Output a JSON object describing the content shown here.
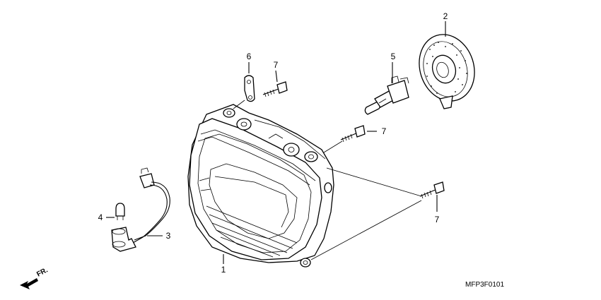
{
  "diagram": {
    "callouts": [
      {
        "id": "1",
        "label": "1"
      },
      {
        "id": "2",
        "label": "2"
      },
      {
        "id": "3",
        "label": "3"
      },
      {
        "id": "4",
        "label": "4"
      },
      {
        "id": "5",
        "label": "5"
      },
      {
        "id": "6",
        "label": "6"
      },
      {
        "id": "7a",
        "label": "7"
      },
      {
        "id": "7b",
        "label": "7"
      },
      {
        "id": "7c",
        "label": "7"
      }
    ],
    "front_indicator": "FR.",
    "diagram_code": "MFP3F0101"
  }
}
